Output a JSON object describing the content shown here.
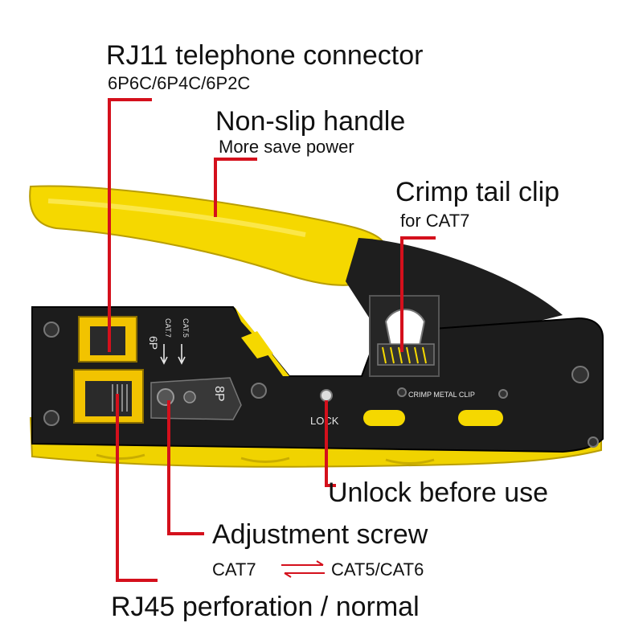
{
  "callouts": {
    "rj11": {
      "title": "RJ11 telephone connector",
      "subtitle": "6P6C/6P4C/6P2C"
    },
    "handle": {
      "title": "Non-slip handle",
      "subtitle": "More save power"
    },
    "crimp_tail": {
      "title": "Crimp tail clip",
      "subtitle": "for CAT7"
    },
    "unlock": {
      "title": "Unlock before use"
    },
    "adjust": {
      "title": "Adjustment screw",
      "from": "CAT7",
      "to": "CAT5/CAT6"
    },
    "rj45": {
      "title": "RJ45 perforation / normal"
    }
  },
  "tool_markings": {
    "port_6p": "6P",
    "cat7": "CAT.7",
    "cat5": "CAT.5",
    "port_8p": "8P",
    "lock": "LOCK",
    "crimp_metal_clip": "CRIMP METAL CLIP"
  },
  "colors": {
    "handle_yellow": "#f5d800",
    "body_black": "#1c1c1c",
    "callout_red": "#d4101c"
  }
}
